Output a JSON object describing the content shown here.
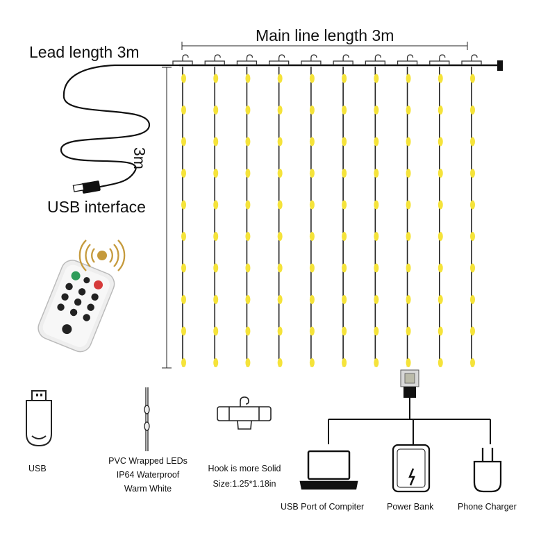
{
  "labels": {
    "lead_length": "Lead length 3m",
    "main_line_length": "Main line length 3m",
    "drop_height": "3m",
    "usb_interface": "USB interface"
  },
  "features": {
    "usb": "USB",
    "leds_line1": "PVC Wrapped LEDs",
    "leds_line2": "IP64 Waterproof",
    "leds_line3": "Warm White",
    "hook_line1": "Hook is more Solid",
    "hook_line2": "Size:1.25*1.18in"
  },
  "power_sources": [
    {
      "label": "USB Port of Compiter",
      "icon": "laptop-icon"
    },
    {
      "label": "Power Bank",
      "icon": "power-bank-icon"
    },
    {
      "label": "Phone Charger",
      "icon": "phone-charger-icon"
    }
  ],
  "colors": {
    "led_warm": "#f5e33a",
    "remote_green": "#2e9c5a",
    "remote_red": "#d63a3a",
    "signal": "#c59a3c"
  },
  "curtain": {
    "strands": 10,
    "leds_per_strand": 10
  }
}
